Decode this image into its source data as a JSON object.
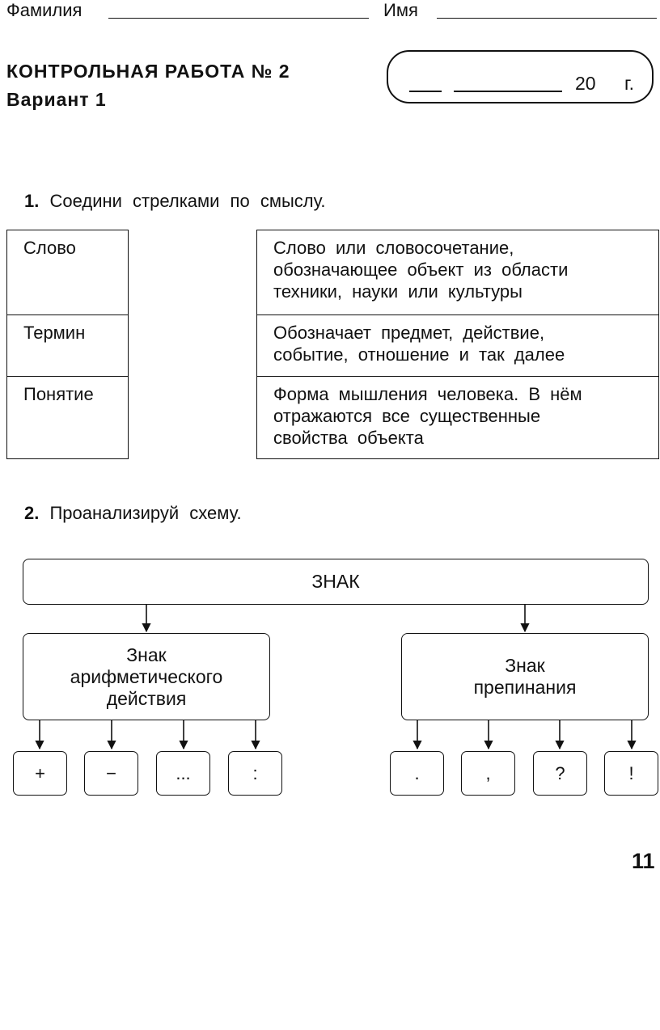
{
  "header": {
    "surname_label": "Фамилия",
    "name_label": "Имя"
  },
  "title": {
    "line1": "КОНТРОЛЬНАЯ  РАБОТА  № 2",
    "line2": "Вариант  1"
  },
  "date_box": {
    "year_text": "20",
    "year_suffix": "г."
  },
  "task1": {
    "number": "1.",
    "text": "Соедини стрелками по смыслу.",
    "left_items": [
      "Слово",
      "Термин",
      "Понятие"
    ],
    "right_items": [
      [
        "Слово или словосочетание,",
        "обозначающее объект из области",
        "техники, науки или культуры"
      ],
      [
        "Обозначает предмет, действие,",
        "событие, отношение и так далее"
      ],
      [
        "Форма мышления человека. В нём",
        "отражаются все существенные",
        "свойства объекта"
      ]
    ]
  },
  "task2": {
    "number": "2.",
    "text": "Проанализируй схему.",
    "root": "ЗНАК",
    "branch_left": [
      "Знак",
      "арифметического",
      "действия"
    ],
    "branch_right": [
      "Знак",
      "препинания"
    ],
    "leaves_left": [
      "+",
      "−",
      "...",
      ":"
    ],
    "leaves_right": [
      ".",
      ",",
      "?",
      "!"
    ]
  },
  "page_number": "11"
}
